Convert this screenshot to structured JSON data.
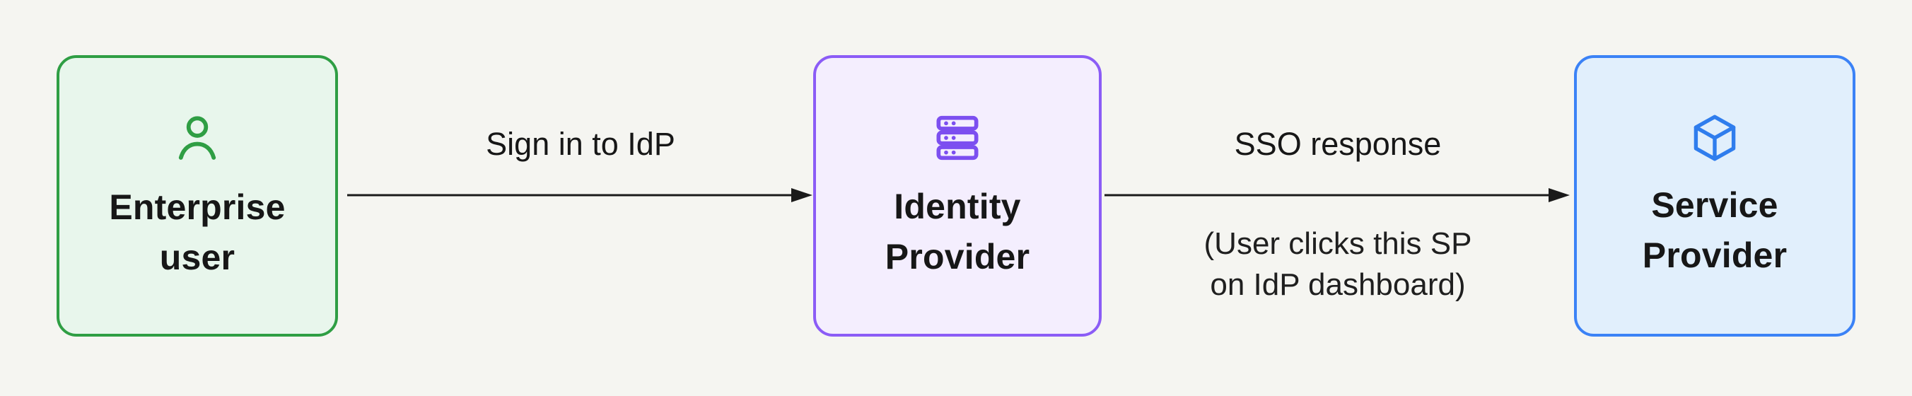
{
  "canvas": {
    "background": "#f5f5f1"
  },
  "nodes": [
    {
      "id": "enterprise-user",
      "icon": "user-icon",
      "label_lines": [
        "Enterprise",
        "user"
      ],
      "border_color": "#2f9e44",
      "fill_color": "#e8f6ec",
      "icon_color": "#2f9e44"
    },
    {
      "id": "identity-provider",
      "icon": "server-icon",
      "label_lines": [
        "Identity",
        "Provider"
      ],
      "border_color": "#8b5cf6",
      "fill_color": "#f4eefe",
      "icon_color": "#7c4ff0"
    },
    {
      "id": "service-provider",
      "icon": "cube-icon",
      "label_lines": [
        "Service",
        "Provider"
      ],
      "border_color": "#3b82f6",
      "fill_color": "#e1effc",
      "icon_color": "#2f7ded"
    }
  ],
  "arrows": [
    {
      "id": "signin-arrow",
      "label": "Sign in to IdP",
      "sublabel_lines": []
    },
    {
      "id": "sso-arrow",
      "label": "SSO response",
      "sublabel_lines": [
        "(User clicks this SP",
        "on IdP dashboard)"
      ]
    }
  ],
  "colors": {
    "arrow": "#1a1a1a",
    "text": "#171717"
  }
}
